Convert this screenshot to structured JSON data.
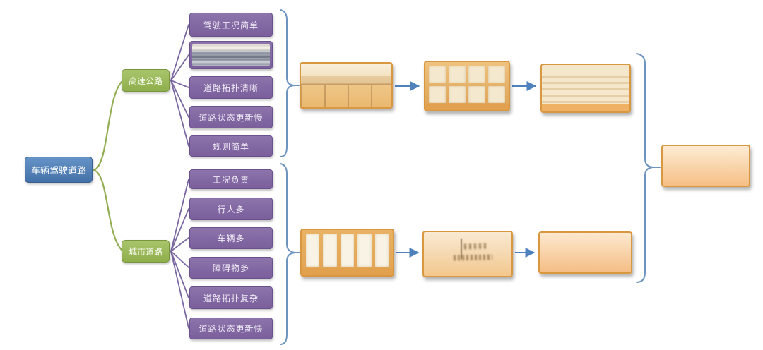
{
  "diagram": {
    "root": {
      "label": "车辆驾驶道路"
    },
    "branches": [
      {
        "id": "highway",
        "label": "高速公路",
        "attributes": [
          "驾驶工况简单",
          "道路拓扑清晰",
          "道路状态更新慢",
          "规则简单"
        ],
        "image_node": "highway-photo-thumbnail"
      },
      {
        "id": "urban",
        "label": "城市道路",
        "attributes": [
          "工况负责",
          "行人多",
          "车辆多",
          "障碍物多",
          "道路拓扑复杂",
          "道路状态更新快"
        ]
      }
    ],
    "pipelines": {
      "top_thumbnails": [
        "road-scene-photo",
        "image-grid-collage",
        "handwritten-notes-photo"
      ],
      "bottom_thumbnails": [
        "document-columns-photo",
        "scribble-annotation-photo",
        "blank-panel"
      ]
    },
    "result_panel": "blank-summary-panel",
    "colors": {
      "root_fill": "#4f81bd",
      "branch_fill": "#9bbb59",
      "attribute_fill": "#8064a2",
      "photo_border": "#d9973f",
      "connector_green": "#94ae53",
      "connector_purple": "#7b68a2",
      "connector_blue": "#4f81bd"
    }
  }
}
